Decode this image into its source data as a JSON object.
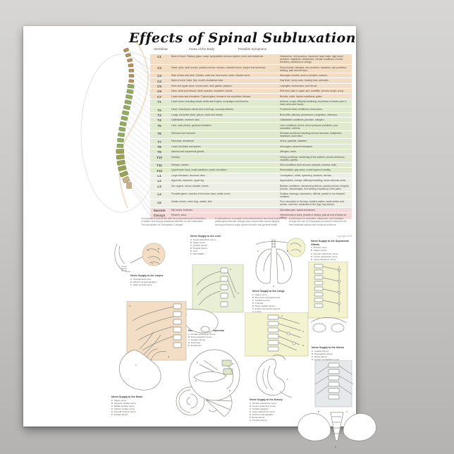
{
  "poster": {
    "title": "Effects of Spinal Subluxation",
    "copyright": "Copyright 2014",
    "table": {
      "headers": [
        "Vertebrae",
        "Areas of the Body",
        "Possible Symptoms"
      ],
      "band_colors": {
        "cervical": "#f3dec5",
        "thoracic": "#dfeacf",
        "lumbar": "#edeee4",
        "sacral": "#f5dada"
      },
      "rows": [
        {
          "v": "C1",
          "band": "cervical",
          "areas": "Back of head. Pituitary gland, scalp, sympathetic nervous system, inner and middle ear.",
          "symptoms": "Headaches, nervousness, insomnia, head colds, high blood pressure, migraines, headaches, mental conditions, chronic tiredness, dizziness or vertigo."
        },
        {
          "v": "C2",
          "band": "cervical",
          "areas": "Head, eyes, optic nerves, auditory nerves, sinuses, mastoid bones, tongue and forehead.",
          "symptoms": "Sinus trouble, allergies, ear problems, earaches, eye problems, fainting, pain around eyes."
        },
        {
          "v": "C3",
          "band": "cervical",
          "areas": "Side of face and neck. Cheeks, outer ear, face bones, teeth, trifacial nerve.",
          "symptoms": "Neuralgia, neuritis, acne or pimples, eczema."
        },
        {
          "v": "C4",
          "band": "cervical",
          "areas": "Back of neck. Nose, lips, mouth, eustachian tube.",
          "symptoms": "Hay fever, runny nose, hearing loss, adenoids."
        },
        {
          "v": "C5",
          "band": "cervical",
          "areas": "Neck and upper arms. Vocal cords, neck glands, pharynx.",
          "symptoms": "Laryngitis, hoarseness, sore throat."
        },
        {
          "v": "C6",
          "band": "cervical",
          "areas": "Neck, arms and elbows. Neck muscles, shoulders, tonsils.",
          "symptoms": "Stiff neck, pain in upper arm, tonsillitis, chronic cough, croup."
        },
        {
          "v": "C7",
          "band": "cervical",
          "areas": "Lower arms and shoulders. Thyroid gland, bursae in the shoulders, elbows.",
          "symptoms": "Bursitis, colds, thyroid conditions, goiter."
        },
        {
          "v": "T1",
          "band": "thoracic",
          "areas": "Lower arms, including hands, wrists and fingers, esophagus and trachea.",
          "symptoms": "Asthma, cough, difficulty breathing, shortness of breath, pain in lower arms and hands."
        },
        {
          "v": "T2",
          "band": "thoracic",
          "areas": "Heart, including its valves and coverings, coronary arteries.",
          "symptoms": "Functional heart conditions, chest pains."
        },
        {
          "v": "T3",
          "band": "thoracic",
          "areas": "Lungs, bronchial tubes, pleura, chest and breast.",
          "symptoms": "Bronchitis, pleurisy, pneumonia, congestion, influenza."
        },
        {
          "v": "T4",
          "band": "thoracic",
          "areas": "Gallbladder, common duct.",
          "symptoms": "Gallbladder conditions, jaundice, shingles."
        },
        {
          "v": "T5",
          "band": "thoracic",
          "areas": "Liver, solar plexus, general circulation.",
          "symptoms": "Liver conditions, fevers, blood pressure problems, poor circulation, arthritis."
        },
        {
          "v": "T6",
          "band": "thoracic",
          "areas": "Mid back and stomach.",
          "symptoms": "Stomach problems including nervous stomach, indigestion, heartburn, acid reflux."
        },
        {
          "v": "T7",
          "band": "thoracic",
          "areas": "Pancreas, duodenum.",
          "symptoms": "Ulcers, gastritis, diabetes."
        },
        {
          "v": "T8",
          "band": "thoracic",
          "areas": "Lower mid-back and spleen.",
          "symptoms": "Hiccoughs, lowered resistance."
        },
        {
          "v": "T9",
          "band": "thoracic",
          "areas": "Adrenal and suprarenal glands.",
          "symptoms": "Allergies, hives."
        },
        {
          "v": "T10",
          "band": "thoracic",
          "areas": "Kidneys.",
          "symptoms": "Kidney problems, hardening of the arteries, chronic tiredness, nephritis, pyelitis."
        },
        {
          "v": "T11",
          "band": "thoracic",
          "areas": "Kidneys, ureters.",
          "symptoms": "Skin conditions such as acne, pimples, eczema, boils."
        },
        {
          "v": "T12",
          "band": "thoracic",
          "areas": "Upper/lower back, small intestines, lymph circulation.",
          "symptoms": "Rheumatism, gas pains, certain types of sterility."
        },
        {
          "v": "L1",
          "band": "lumbar",
          "areas": "Large intestines, ileocecal valve.",
          "symptoms": "Constipation, colitis, dysentery, diarrhea, hernias."
        },
        {
          "v": "L2",
          "band": "lumbar",
          "areas": "Appendix, abdomen, upper leg.",
          "symptoms": "Appendicitis, cramps, difficulty breathing, minor varicose veins."
        },
        {
          "v": "L3",
          "band": "lumbar",
          "areas": "Sex organs, uterus, bladder, knees.",
          "symptoms": "Bladder conditions, menstrual problems, painful periods, irregular periods, miscarriages, bed wetting, impotency, knee pains."
        },
        {
          "v": "L4",
          "band": "lumbar",
          "areas": "Prostate gland, muscles of the lower back, sciatic nerve.",
          "symptoms": "Sciatica, lumbago, backaches, difficult, painful or too frequent urination."
        },
        {
          "v": "L5",
          "band": "lumbar",
          "areas": "Sciatic nerves, lower legs, ankles, feet.",
          "symptoms": "Poor circulation in the legs, swollen ankles, weak ankles and arches, cold feet, weakness in the legs, leg cramps."
        },
        {
          "v": "Sacrum",
          "band": "sacral",
          "areas": "Hip bones, buttocks.",
          "symptoms": "Sacroiliac pain, spinal curvatures."
        },
        {
          "v": "Coccyx",
          "band": "sacral",
          "areas": "Rectum, anus.",
          "symptoms": "Hemorrhoids or piles, pruritis or itching, pain at end of spine on sitting."
        }
      ]
    },
    "footnotes": [
      "Chiropractic is concerned with the preservation and restoration of health, and focuses particular attention on the subluxation. - The Association of Chiropractic Colleges",
      "A subluxation is a complex of functional and/or structural and/or pathological articular changes that compromise neural integrity and may influence organ system function and general health.",
      "A subluxation is evaluated, diagnosed, and managed through the use of chiropractic procedures based on the best available rational and empirical evidence."
    ],
    "diagrams": {
      "larynx": {
        "title": "Nerve Supply to the Larynx",
        "items": [
          "A. Hypoglossal nerve",
          "B. Inferior cervical ganglion",
          "C. Sixth cervical nerve"
        ]
      },
      "liver": {
        "title": "Nerve Supply to the Liver",
        "items": [
          "A. Great splanchnic nerve",
          "B. Vagus nerve",
          "C. Coeliac plexus",
          "D. Hepatic plexus",
          "E. Liver",
          "F. Gall bladder"
        ]
      },
      "lungs": {
        "title": "Nerve Supply to the Lungs",
        "items": [
          "A. Vagus nerve",
          "B. Recurrent laryngeal nerve",
          "C. Cardiac nerves",
          "D. Trachea",
          "E. Deep cardiac plexus",
          "F. Anterior pulmonary plexus",
          "G. Lungs"
        ]
      },
      "suprarenal": {
        "title": "Nerve Supply to the Suprarenal Glands",
        "items": [
          "A. Phrenic nerve",
          "B. Vagus nerves",
          "C. Greater splanchnic nerve",
          "D. Lesser splanchnic nerve",
          "E. Least splanchnic nerve",
          "F. Coeliac plexus",
          "G. Renal plexus"
        ]
      },
      "heart": {
        "title": "Nerve Supply to the Heart",
        "items": [
          "A. Vagus nerve",
          "B. Superior cardiac nerve",
          "C. Middle cardiac nerve",
          "D. Inferior cardiac nerve",
          "E. Second thoracic nerve",
          "F. Cardiac plexus"
        ]
      },
      "pancreas": {
        "title": "Nerve Supply to the Pancreas",
        "items": [
          "A. Greater splanchnic nerve",
          "B. Pneumogastric nerve",
          "C. Coeliac plexus",
          "D. Pancreas",
          "E. Duodenum"
        ]
      },
      "kidney": {
        "title": "Nerve Supply to the Kidney",
        "items": [
          "A. Greater splanchnic nerve",
          "B. Lesser splanchnic nerve",
          "C. Coeliac ganglion",
          "D. Least splanchnic nerve",
          "E. Aortico-renal ganglion",
          "F. Renal plexus",
          "G. Coeliac plexus"
        ]
      },
      "uterus": {
        "title": "Nerve Supply to the Uterus",
        "items": [
          "A. Coeliac plexus",
          "B. Hypogastric plexus",
          "C. Pelvic plexus",
          "D. Lesser sympathetic nerve"
        ]
      }
    }
  }
}
